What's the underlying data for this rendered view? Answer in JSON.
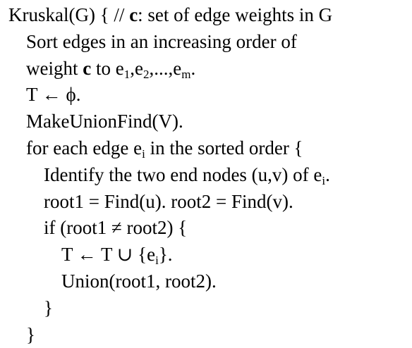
{
  "doc": {
    "l1": {
      "a": "Kruskal(G) { // ",
      "b": "c",
      "c": ": set of edge weights in G"
    },
    "l2": "Sort edges in an increasing order of",
    "l3": {
      "a": "weight ",
      "b": "c",
      "c": " to e",
      "s1": "1",
      "d": ",e",
      "s2": "2",
      "e": ",...,e",
      "s3": "m",
      "f": "."
    },
    "l4": "T ← ϕ.",
    "l5": "MakeUnionFind(V).",
    "l6": {
      "a": "for each edge e",
      "s": "i",
      "b": " in the sorted order {"
    },
    "l7": {
      "a": "Identify the two end nodes (u,v) of e",
      "s": "i",
      "b": "."
    },
    "l8": "root1 = Find(u). root2 = Find(v).",
    "l9": "if (root1 ≠ root2) {",
    "l10": {
      "a": "T ← T ∪ {e",
      "s": "i",
      "b": "}."
    },
    "l11": "Union(root1, root2).",
    "l12": "}",
    "l13": "}"
  }
}
